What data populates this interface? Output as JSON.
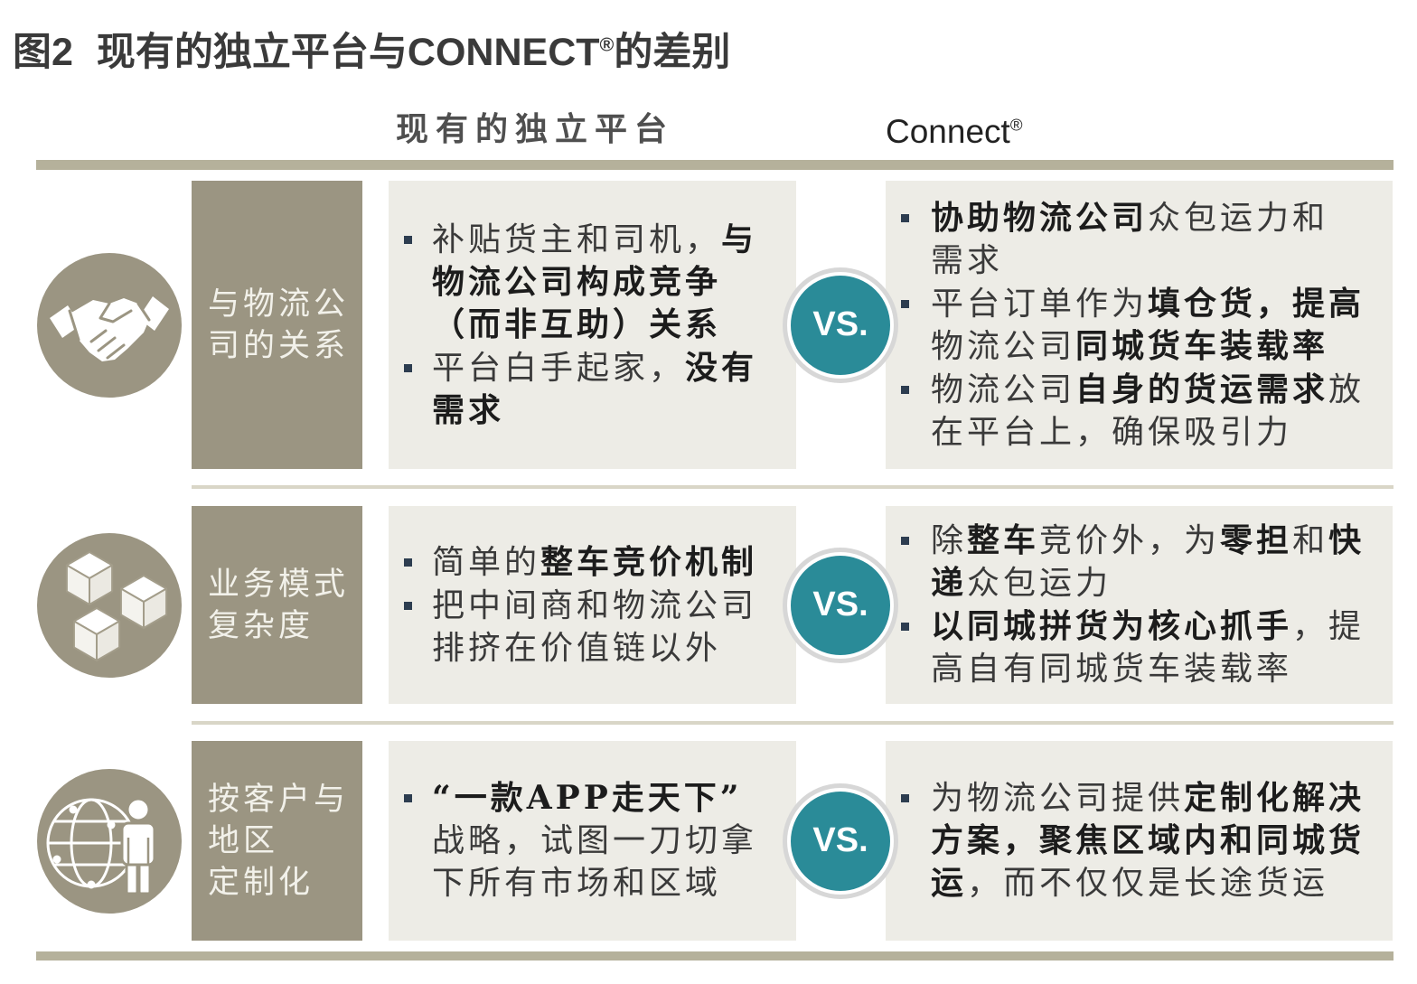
{
  "title": {
    "figure_label": "图2",
    "text": "现有的独立平台与CONNECT",
    "reg": "®",
    "suffix": "的差别"
  },
  "columns": {
    "existing": "现有的独立平台",
    "connect": "Connect",
    "connect_reg": "®"
  },
  "vs_label": "VS.",
  "colors": {
    "accent": "#2a8b98",
    "taupe": "#9b9582",
    "olive": "#b5b19b",
    "olive_light": "#d9d6c7",
    "panel": "#edece6",
    "bullet": "#2d3d50"
  },
  "rows": [
    {
      "icon": "handshake-icon",
      "label_lines": [
        "与物流公",
        "司的关系"
      ],
      "left": [
        {
          "lines": [
            [
              {
                "text": "补贴货主和司机，",
                "bold": false
              },
              {
                "text": "与",
                "bold": true
              }
            ],
            [
              {
                "text": "物流公司构成竞争",
                "bold": true
              }
            ],
            [
              {
                "text": "（而非互助）关系",
                "bold": true
              }
            ]
          ]
        },
        {
          "lines": [
            [
              {
                "text": "平台白手起家，",
                "bold": false
              },
              {
                "text": "没有",
                "bold": true
              }
            ],
            [
              {
                "text": "需求",
                "bold": true
              }
            ]
          ]
        }
      ],
      "right": [
        {
          "lines": [
            [
              {
                "text": "协助物流公司",
                "bold": true
              },
              {
                "text": "众包运力和",
                "bold": false
              }
            ],
            [
              {
                "text": "需求",
                "bold": false
              }
            ]
          ]
        },
        {
          "lines": [
            [
              {
                "text": "平台订单作为",
                "bold": false
              },
              {
                "text": "填仓货，提高",
                "bold": true
              }
            ],
            [
              {
                "text": "物流公司",
                "bold": false
              },
              {
                "text": "同城货车装载率",
                "bold": true
              }
            ]
          ]
        },
        {
          "lines": [
            [
              {
                "text": "物流公司",
                "bold": false
              },
              {
                "text": "自身的货运需求",
                "bold": true
              },
              {
                "text": "放",
                "bold": false
              }
            ],
            [
              {
                "text": "在平台上，确保吸引力",
                "bold": false
              }
            ]
          ]
        }
      ]
    },
    {
      "icon": "cubes-icon",
      "label_lines": [
        "业务模式",
        "复杂度"
      ],
      "left": [
        {
          "lines": [
            [
              {
                "text": "简单的",
                "bold": false
              },
              {
                "text": "整车竞价机制",
                "bold": true
              }
            ]
          ]
        },
        {
          "lines": [
            [
              {
                "text": "把中间商和物流公司",
                "bold": false
              }
            ],
            [
              {
                "text": "排挤在价值链以外",
                "bold": false
              }
            ]
          ]
        }
      ],
      "right": [
        {
          "lines": [
            [
              {
                "text": "除",
                "bold": false
              },
              {
                "text": "整车",
                "bold": true
              },
              {
                "text": "竞价外，为",
                "bold": false
              },
              {
                "text": "零担",
                "bold": true
              },
              {
                "text": "和",
                "bold": false
              },
              {
                "text": "快",
                "bold": true
              }
            ],
            [
              {
                "text": "递",
                "bold": true
              },
              {
                "text": "众包运力",
                "bold": false
              }
            ]
          ]
        },
        {
          "lines": [
            [
              {
                "text": "以同城拼货为核心抓手",
                "bold": true
              },
              {
                "text": "，提",
                "bold": false
              }
            ],
            [
              {
                "text": "高自有同城货车装载率",
                "bold": false
              }
            ]
          ]
        }
      ]
    },
    {
      "icon": "globe-person-icon",
      "label_lines": [
        "按客户与",
        "地区",
        "定制化"
      ],
      "left": [
        {
          "lines": [
            [
              {
                "text": "“一款APP走天下”",
                "bold": true
              }
            ],
            [
              {
                "text": "战略，试图一刀切拿",
                "bold": false
              }
            ],
            [
              {
                "text": "下所有市场和区域",
                "bold": false
              }
            ]
          ]
        }
      ],
      "right": [
        {
          "lines": [
            [
              {
                "text": "为物流公司提供",
                "bold": false
              },
              {
                "text": "定制化解决",
                "bold": true
              }
            ],
            [
              {
                "text": "方案，聚焦区域内和同城货",
                "bold": true
              }
            ],
            [
              {
                "text": "运",
                "bold": true
              },
              {
                "text": "，而不仅仅是长途货运",
                "bold": false
              }
            ]
          ]
        }
      ]
    }
  ]
}
